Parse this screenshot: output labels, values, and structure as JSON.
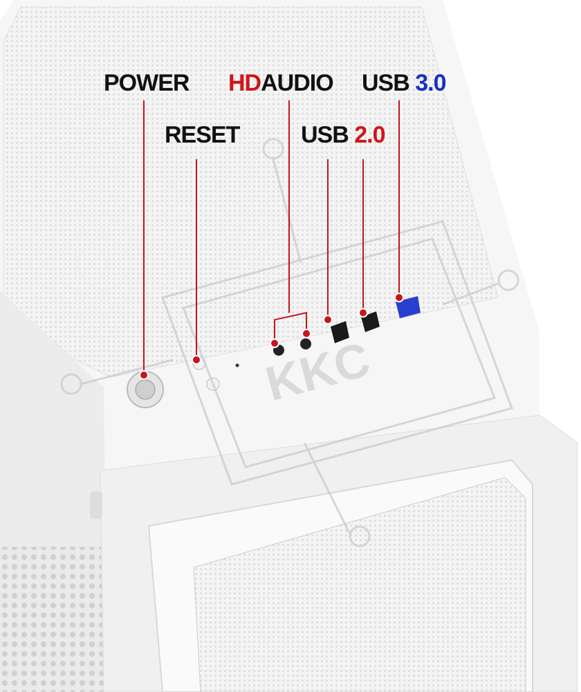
{
  "labels": {
    "power": "POWER",
    "reset": "RESET",
    "hd_prefix": "HD",
    "hd_suffix": "AUDIO",
    "usb3_prefix": "USB",
    "usb3_version": "3.0",
    "usb2_prefix": "USB",
    "usb2_version": "2.0"
  },
  "watermark": "KKC",
  "colors": {
    "callout_line": "#c8141b",
    "accent_red": "#d0141b",
    "accent_blue": "#1a2fc4",
    "usb3_port": "#2a3fd0"
  }
}
